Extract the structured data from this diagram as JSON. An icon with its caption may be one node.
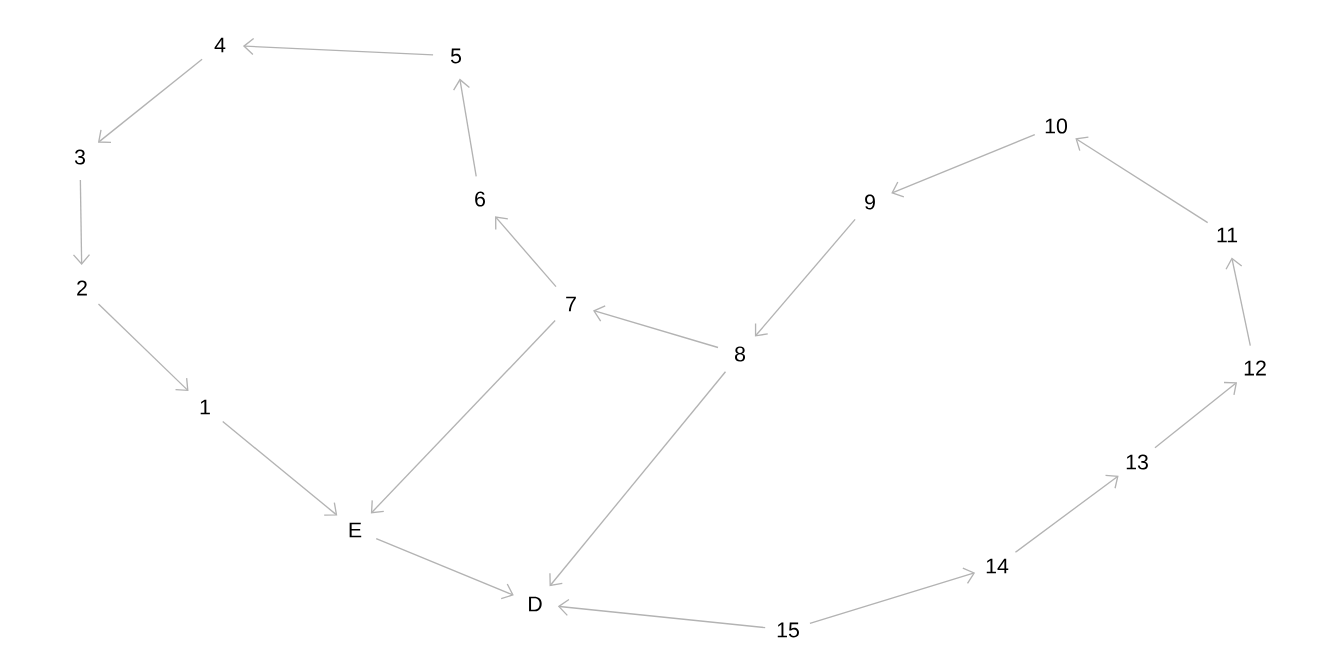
{
  "diagram": {
    "nodes": [
      {
        "text": [
          "4"
        ]
      },
      {
        "text": [
          "5"
        ]
      },
      {
        "text": [
          "3"
        ]
      },
      {
        "text": [
          "6"
        ]
      },
      {
        "text": [
          "10"
        ]
      },
      {
        "text": [
          "9"
        ]
      },
      {
        "text": [
          "11"
        ]
      },
      {
        "text": [
          "2"
        ]
      },
      {
        "text": [
          "7"
        ]
      },
      {
        "text": [
          "8"
        ]
      },
      {
        "text": [
          "12"
        ]
      },
      {
        "text": [
          "1"
        ]
      },
      {
        "text": [
          "13"
        ]
      },
      {
        "text": [
          "E"
        ]
      },
      {
        "text": [
          "14"
        ]
      },
      {
        "text": [
          "D"
        ]
      },
      {
        "text": [
          "15"
        ]
      }
    ],
    "edges": [
      {
        "from": 1,
        "to": 0,
        "arrow": "to"
      },
      {
        "from": 0,
        "to": 2,
        "arrow": "to"
      },
      {
        "from": 2,
        "to": 7,
        "arrow": "to"
      },
      {
        "from": 7,
        "to": 11,
        "arrow": "to"
      },
      {
        "from": 11,
        "to": 13,
        "arrow": "to"
      },
      {
        "from": 13,
        "to": 15,
        "arrow": "to"
      },
      {
        "from": 8,
        "to": 13,
        "arrow": "to"
      },
      {
        "from": 9,
        "to": 15,
        "arrow": "to"
      },
      {
        "from": 9,
        "to": 8,
        "arrow": "to"
      },
      {
        "from": 8,
        "to": 3,
        "arrow": "to"
      },
      {
        "from": 3,
        "to": 1,
        "arrow": "to"
      },
      {
        "from": 5,
        "to": 9,
        "arrow": "to"
      },
      {
        "from": 4,
        "to": 5,
        "arrow": "to"
      },
      {
        "from": 6,
        "to": 4,
        "arrow": "to"
      },
      {
        "from": 10,
        "to": 6,
        "arrow": "to"
      },
      {
        "from": 12,
        "to": 10,
        "arrow": "to"
      },
      {
        "from": 14,
        "to": 12,
        "arrow": "to"
      },
      {
        "from": 16,
        "to": 14,
        "arrow": "to"
      },
      {
        "from": 16,
        "to": 15,
        "arrow": "to"
      }
    ]
  }
}
